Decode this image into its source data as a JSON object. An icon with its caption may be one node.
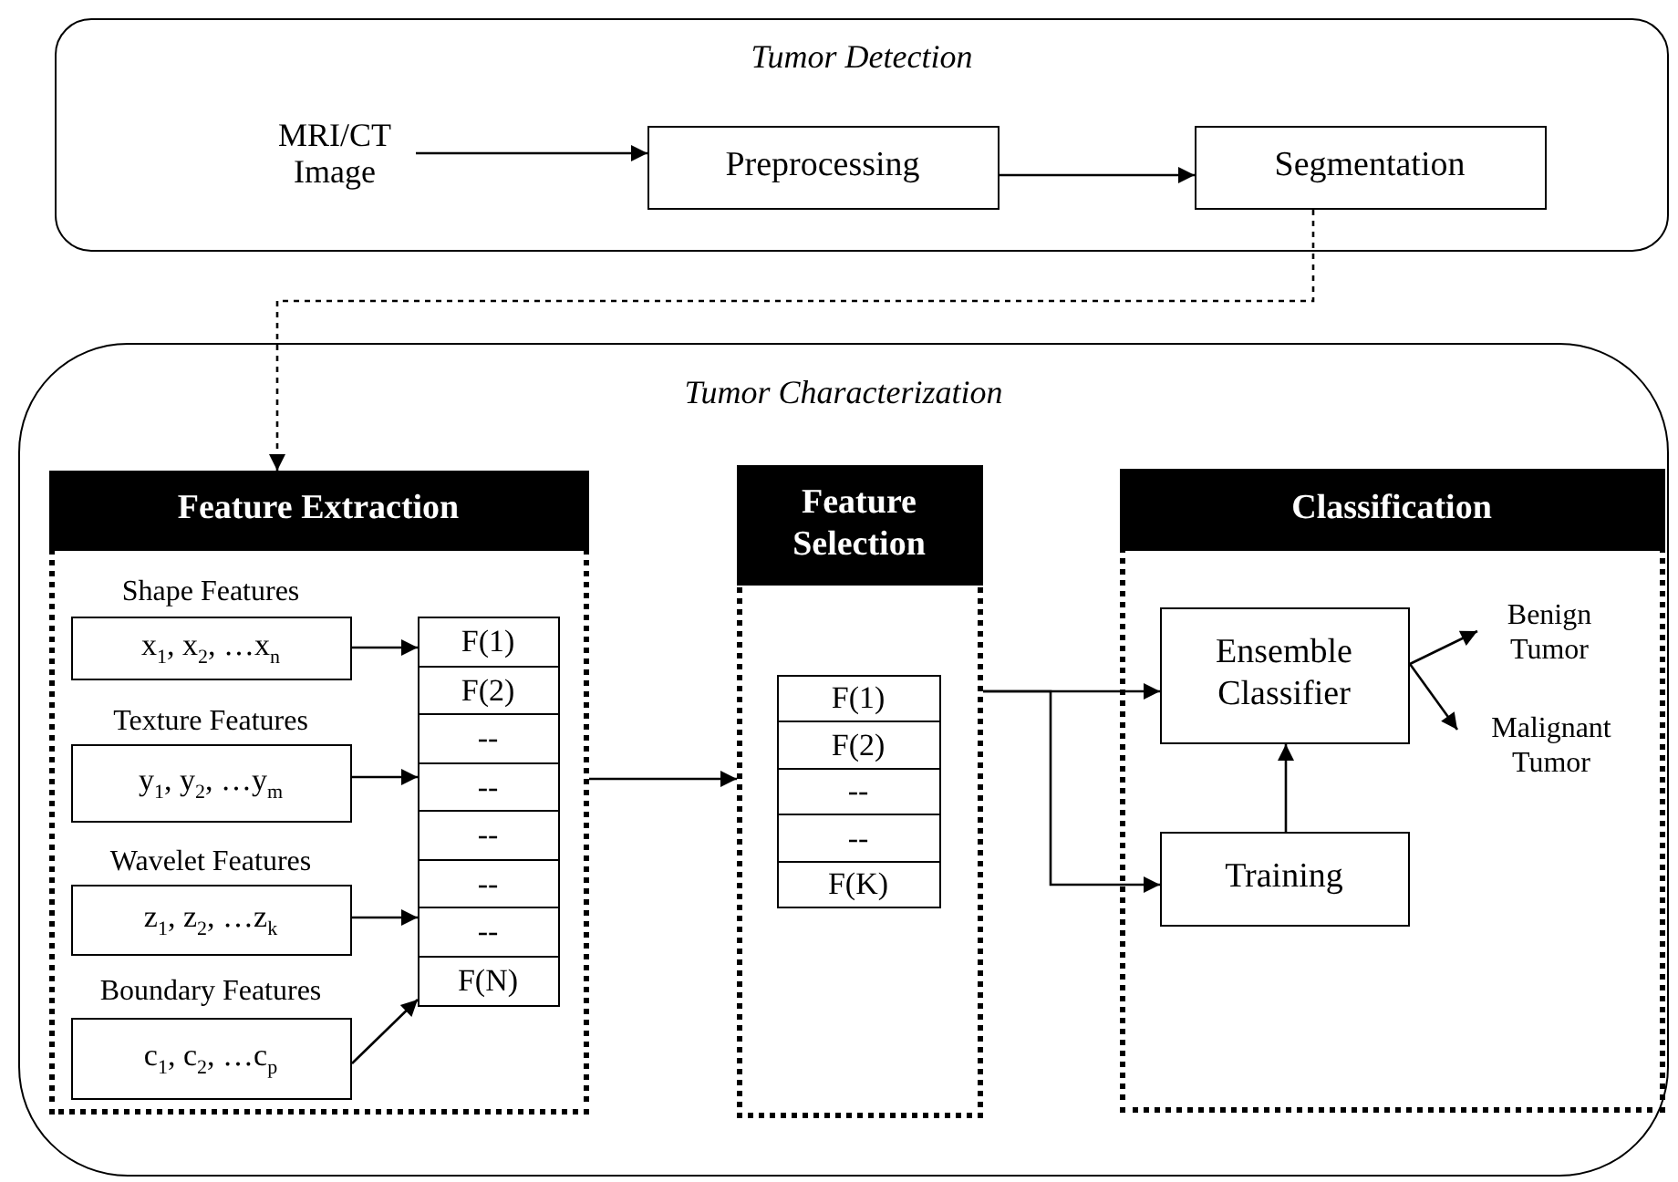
{
  "diagram": {
    "nodes": [
      {
        "text": [
          "Tumor Detection"
        ]
      },
      {
        "text": [
          "MRI/CT Image"
        ],
        "in": 0
      },
      {
        "text": [
          "Preprocessing"
        ],
        "in": 0
      },
      {
        "text": [
          "Segmentation"
        ],
        "in": 0
      },
      {
        "text": [
          "Tumor Characterization"
        ]
      },
      {
        "text": [
          "Feature Extraction"
        ],
        "in": 4
      },
      {
        "text": [
          "Shape Features",
          "x$_{1}$, x$_{2}$, …x$_{n}$"
        ],
        "in": 5
      },
      {
        "text": [
          "Texture Features",
          "y$_{1}$, y$_{2}$, …y$_{m}$"
        ],
        "in": 5
      },
      {
        "text": [
          "Wavelet Features",
          "z$_{1}$, z$_{2}$, …z$_{k}$"
        ],
        "in": 5
      },
      {
        "text": [
          "Boundary Features",
          "c$_{1}$, c$_{2}$, …c$_{p}$"
        ],
        "in": 5
      },
      {
        "text": [
          "F(1)",
          "F(2)",
          "--",
          "--",
          "--",
          "--",
          "--",
          "F(N)"
        ],
        "in": 5
      },
      {
        "text": [
          "Feature Selection"
        ],
        "in": 4
      },
      {
        "text": [
          "F(1)",
          "F(2)",
          "--",
          "--",
          "F(K)"
        ],
        "in": 11
      },
      {
        "text": [
          "Classification"
        ],
        "in": 4
      },
      {
        "text": [
          "Ensemble Classifier"
        ],
        "in": 13
      },
      {
        "text": [
          "Training"
        ],
        "in": 13
      },
      {
        "text": [
          "Benign Tumor"
        ],
        "in": 13
      },
      {
        "text": [
          "Malignant Tumor"
        ],
        "in": 13
      }
    ],
    "edges": [
      {
        "from": 1,
        "to": 2,
        "arrow": "to"
      },
      {
        "from": 2,
        "to": 3,
        "arrow": "to"
      },
      {
        "from": 3,
        "to": 5,
        "arrow": "to",
        "style": "dashed"
      },
      {
        "from": 6,
        "to": 10,
        "arrow": "to"
      },
      {
        "from": 7,
        "to": 10,
        "arrow": "to"
      },
      {
        "from": 8,
        "to": 10,
        "arrow": "to"
      },
      {
        "from": 9,
        "to": 10,
        "arrow": "to"
      },
      {
        "from": 5,
        "to": 11,
        "arrow": "to"
      },
      {
        "from": 11,
        "to": 14,
        "arrow": "to"
      },
      {
        "from": 11,
        "to": 15,
        "arrow": "to"
      },
      {
        "from": 15,
        "to": 14,
        "arrow": "to"
      },
      {
        "from": 14,
        "to": 16,
        "arrow": "to"
      },
      {
        "from": 14,
        "to": 17,
        "arrow": "to"
      }
    ]
  }
}
